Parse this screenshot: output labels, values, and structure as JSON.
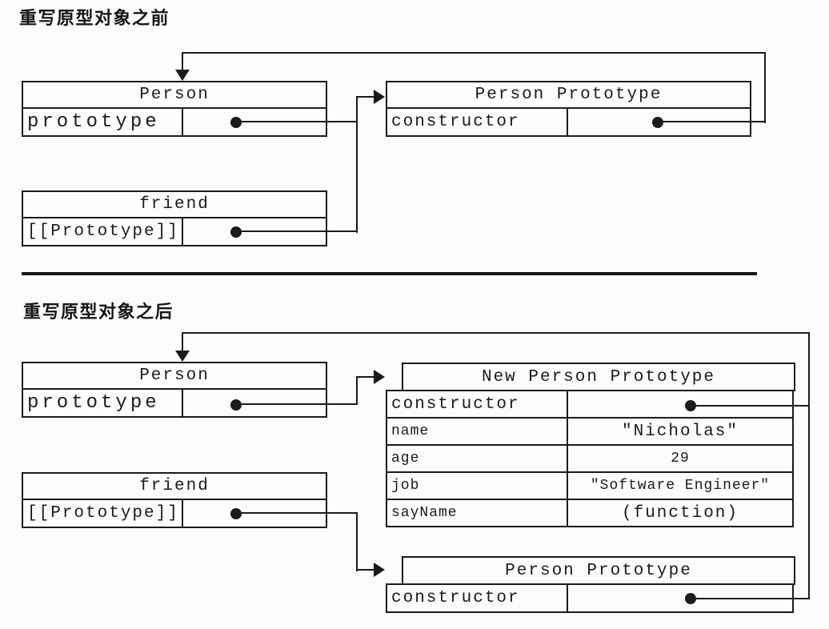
{
  "colors": {
    "background": "#fcfcfa",
    "line": "#1b1b1b"
  },
  "section_before": {
    "title": "重写原型对象之前",
    "person_box": {
      "header": "Person",
      "row_label": "prototype"
    },
    "prototype_box": {
      "header": "Person Prototype",
      "row_label": "constructor"
    },
    "friend_box": {
      "header": "friend",
      "row_label": "[[Prototype]]"
    }
  },
  "section_after": {
    "title": "重写原型对象之后",
    "person_box": {
      "header": "Person",
      "row_label": "prototype"
    },
    "new_prototype_box": {
      "header": "New Person Prototype",
      "rows": [
        {
          "label": "constructor",
          "value": ""
        },
        {
          "label": "name",
          "value": "\"Nicholas\""
        },
        {
          "label": "age",
          "value": "29"
        },
        {
          "label": "job",
          "value": "\"Software Engineer\""
        },
        {
          "label": "sayName",
          "value": "(function)"
        }
      ]
    },
    "friend_box": {
      "header": "friend",
      "row_label": "[[Prototype]]"
    },
    "prototype_box": {
      "header": "Person Prototype",
      "row_label": "constructor"
    }
  }
}
